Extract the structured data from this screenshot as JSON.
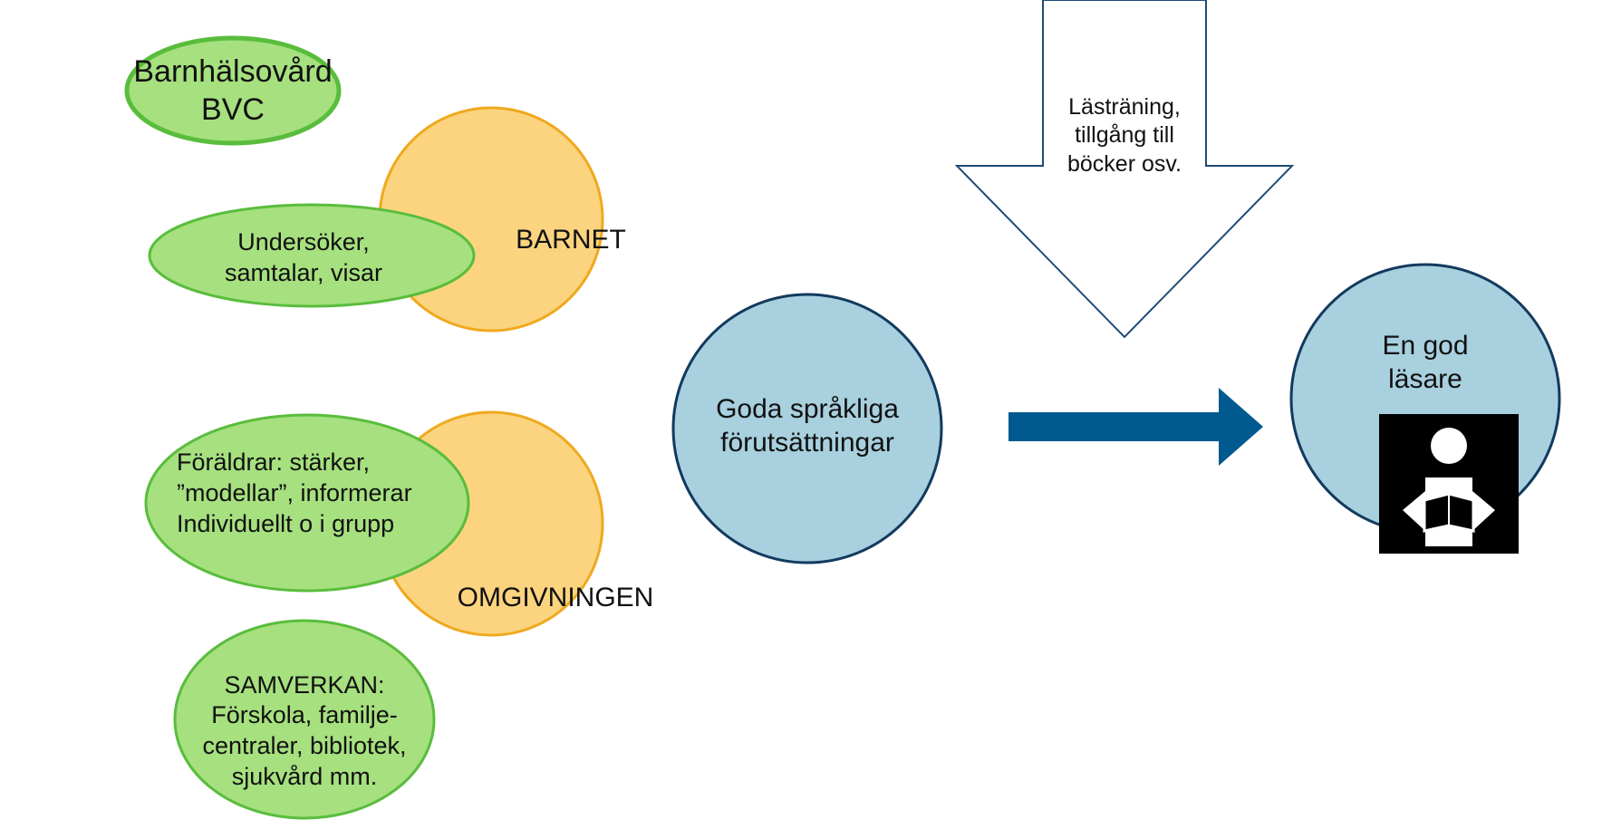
{
  "colors": {
    "green_fill": "#a6e07f",
    "green_stroke": "#59bd3c",
    "orange_fill": "#fcd47f",
    "orange_stroke": "#efa91e",
    "blue_fill": "#a8d0de",
    "blue_stroke": "#123a5e",
    "arrow_blue": "#005a8f",
    "outline_arrow_stroke": "#1e4b77",
    "reader_icon_bg": "#000000",
    "reader_icon_fg": "#ffffff"
  },
  "nodes": {
    "barnhalsovard": {
      "line1": "Barnhälsovård",
      "line2": "BVC"
    },
    "barnet": {
      "label": "BARNET"
    },
    "undersoker": {
      "line1": "Undersöker,",
      "line2": "samtalar, visar"
    },
    "foraldrar": {
      "line1": "Föräldrar: stärker,",
      "line2": "”modellar”, informerar",
      "line3": "Individuellt o i grupp"
    },
    "omgivningen": {
      "label": "OMGIVNINGEN"
    },
    "samverkan": {
      "line1": "SAMVERKAN:",
      "line2": "Förskola, familje-",
      "line3": "centraler, bibliotek,",
      "line4": "sjukvård mm."
    },
    "goda": {
      "line1": "Goda språkliga",
      "line2": "förutsättningar"
    },
    "lastraning": {
      "line1": "Lästräning,",
      "line2": "tillgång till",
      "line3": "böcker osv."
    },
    "god_lasare": {
      "line1": "En god",
      "line2": "läsare"
    }
  },
  "icons": {
    "reader": "person-reading-book-icon",
    "arrow_right": "right-arrow",
    "arrow_down": "down-arrow-outline"
  }
}
